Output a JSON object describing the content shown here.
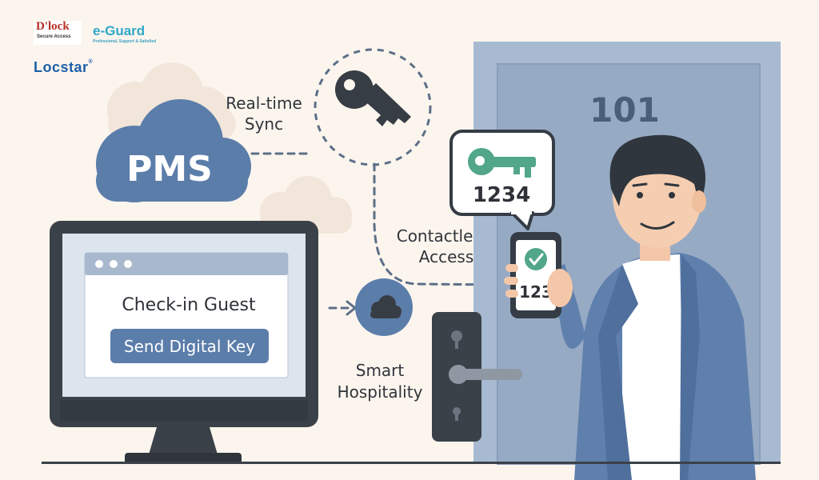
{
  "logos": {
    "dlock": {
      "name": "D'lock",
      "tagline": "Secure Access"
    },
    "eguard": {
      "name": "e-Guard",
      "tagline": "Professional, Support & Satisfied"
    },
    "locstar": {
      "name": "Locstar"
    }
  },
  "cloud": {
    "label": "PMS"
  },
  "sync": {
    "line1": "Real-time",
    "line2": "Sync"
  },
  "monitor": {
    "title": "Check-in Guest",
    "button": "Send Digital Key"
  },
  "access": {
    "line1": "Contactless",
    "line2": "Access"
  },
  "smart": {
    "line1": "Smart",
    "line2": "Hospitality"
  },
  "door": {
    "room_number": "101"
  },
  "bubble": {
    "code": "1234"
  },
  "phone": {
    "code": "123"
  },
  "colors": {
    "background": "#fbf5ee",
    "blue": "#5b7daa",
    "dark": "#353c45",
    "door": "#a7bad2",
    "green": "#52a68a"
  }
}
